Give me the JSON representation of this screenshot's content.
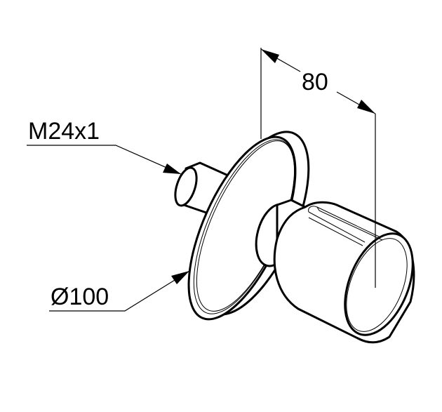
{
  "dimensions": {
    "length": "80",
    "thread": "M24x1",
    "diameter": "Ø100"
  }
}
